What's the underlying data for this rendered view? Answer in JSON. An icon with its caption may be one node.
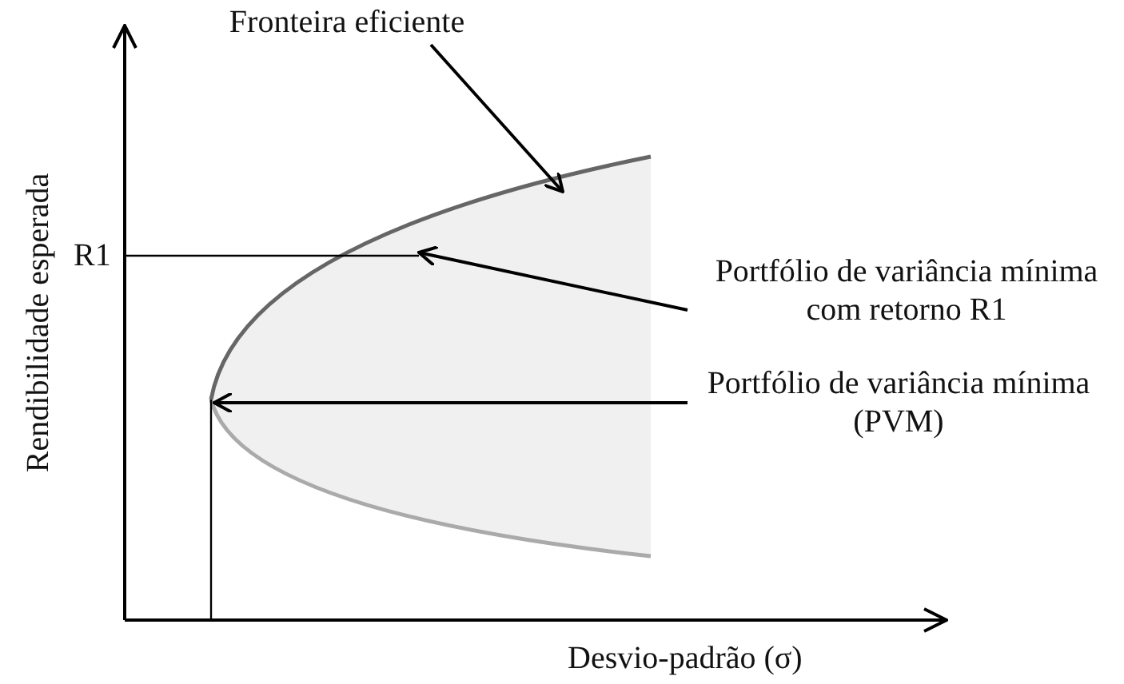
{
  "diagram": {
    "nodes": [
      {
        "text": [
          "Fronteira eficiente"
        ]
      },
      {
        "text": [
          "Portfólio de variância mínima com retorno R1"
        ]
      },
      {
        "text": [
          "Portfólio de variância mínima (PVM)"
        ]
      },
      {
        "text": [],
        "shape": "picture"
      }
    ],
    "edges": [
      {
        "from": 0,
        "to": 3,
        "arrow": "to"
      },
      {
        "from": 1,
        "to": 3,
        "arrow": "to"
      },
      {
        "from": 2,
        "to": 3,
        "arrow": "to"
      }
    ],
    "labels": [
      "R1",
      "Rendibilidade esperada",
      "Desvio-padrão (σ)"
    ]
  }
}
